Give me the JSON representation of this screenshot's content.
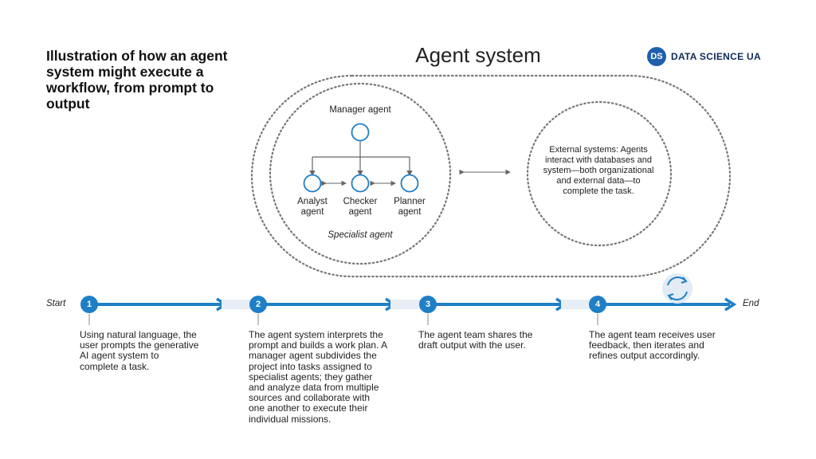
{
  "title": "Illustration of how an agent system might execute a workflow, from prompt to output",
  "system_title": "Agent system",
  "brand": {
    "mark": "DS",
    "name": "DATA SCIENCE UA"
  },
  "agents": {
    "manager": "Manager agent",
    "analyst": "Analyst agent",
    "checker": "Checker agent",
    "planner": "Planner agent",
    "specialist": "Specialist agent"
  },
  "external": "External systems: Agents interact with databases and system—both organizational and external data—to complete the task.",
  "timeline": {
    "start": "Start",
    "end": "End",
    "steps": [
      {
        "num": "1",
        "text": "Using natural language, the user prompts the generative AI agent system to complete a task."
      },
      {
        "num": "2",
        "text": "The agent system interprets the prompt and builds a work plan. A manager agent subdivides the project into tasks assigned to specialist agents; they gather and analyze data from multiple sources and collaborate with one another to execute their individual missions."
      },
      {
        "num": "3",
        "text": "The agent team shares the draft output with the user."
      },
      {
        "num": "4",
        "text": "The agent team receives user feedback, then iterates and refines output accordingly."
      }
    ]
  },
  "colors": {
    "accent": "#1f7fc6",
    "dots": "#777777",
    "brand": "#1f5fae"
  },
  "icons": {
    "iterate": "refresh-cycle-icon",
    "bidirectional": "double-arrow-icon"
  }
}
